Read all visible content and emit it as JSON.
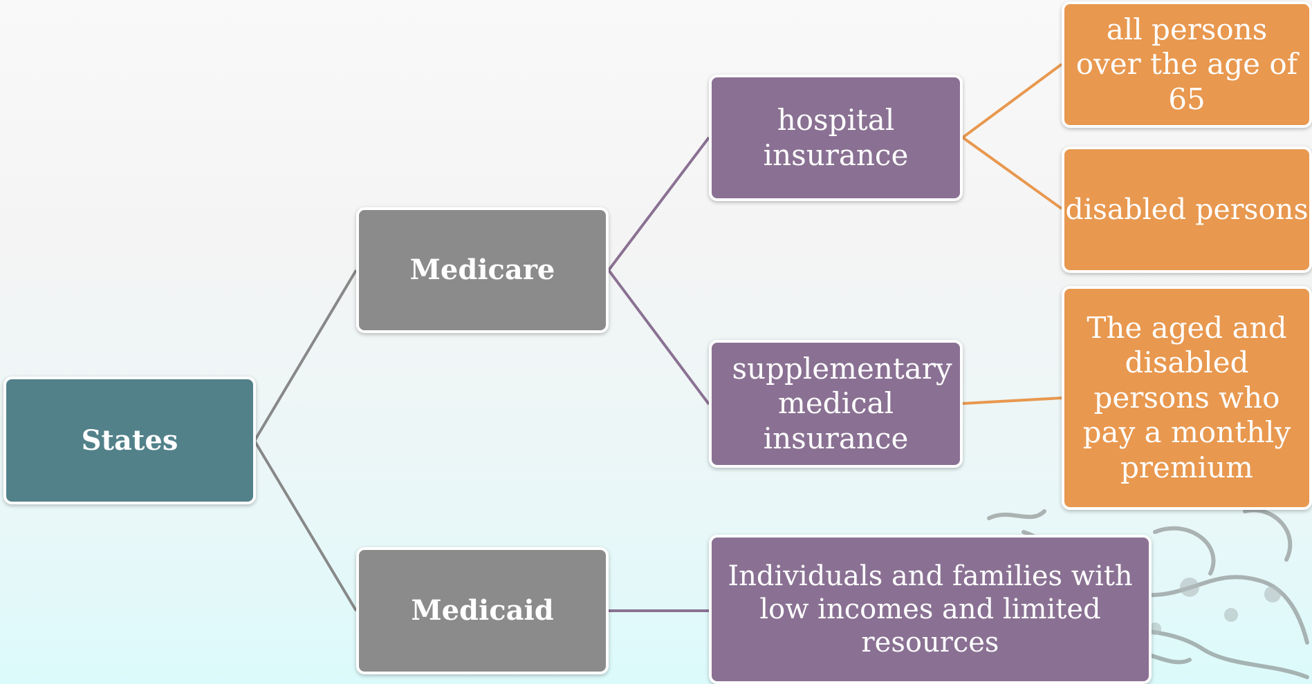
{
  "diagram": {
    "root": {
      "label": "States"
    },
    "level1": [
      {
        "label": "Medicare"
      },
      {
        "label": "Medicaid"
      }
    ],
    "level2": [
      {
        "label": "hospital insurance"
      },
      {
        "label": "supplementary medical insurance"
      },
      {
        "label": "Individuals and families with low incomes and limited resources"
      }
    ],
    "level3": [
      {
        "label": "all persons over the age of 65"
      },
      {
        "label": "disabled persons"
      },
      {
        "label": "The aged and disabled persons who pay a monthly premium"
      }
    ]
  },
  "colors": {
    "root": "#52818a",
    "level1": "#8b8b8b",
    "level2": "#8a7193",
    "level3": "#e8984f",
    "connector_gray": "#888888",
    "connector_purple": "#8a7193",
    "connector_orange": "#e8984f"
  },
  "decoration": {
    "icon": "dragon-illustration-icon"
  }
}
